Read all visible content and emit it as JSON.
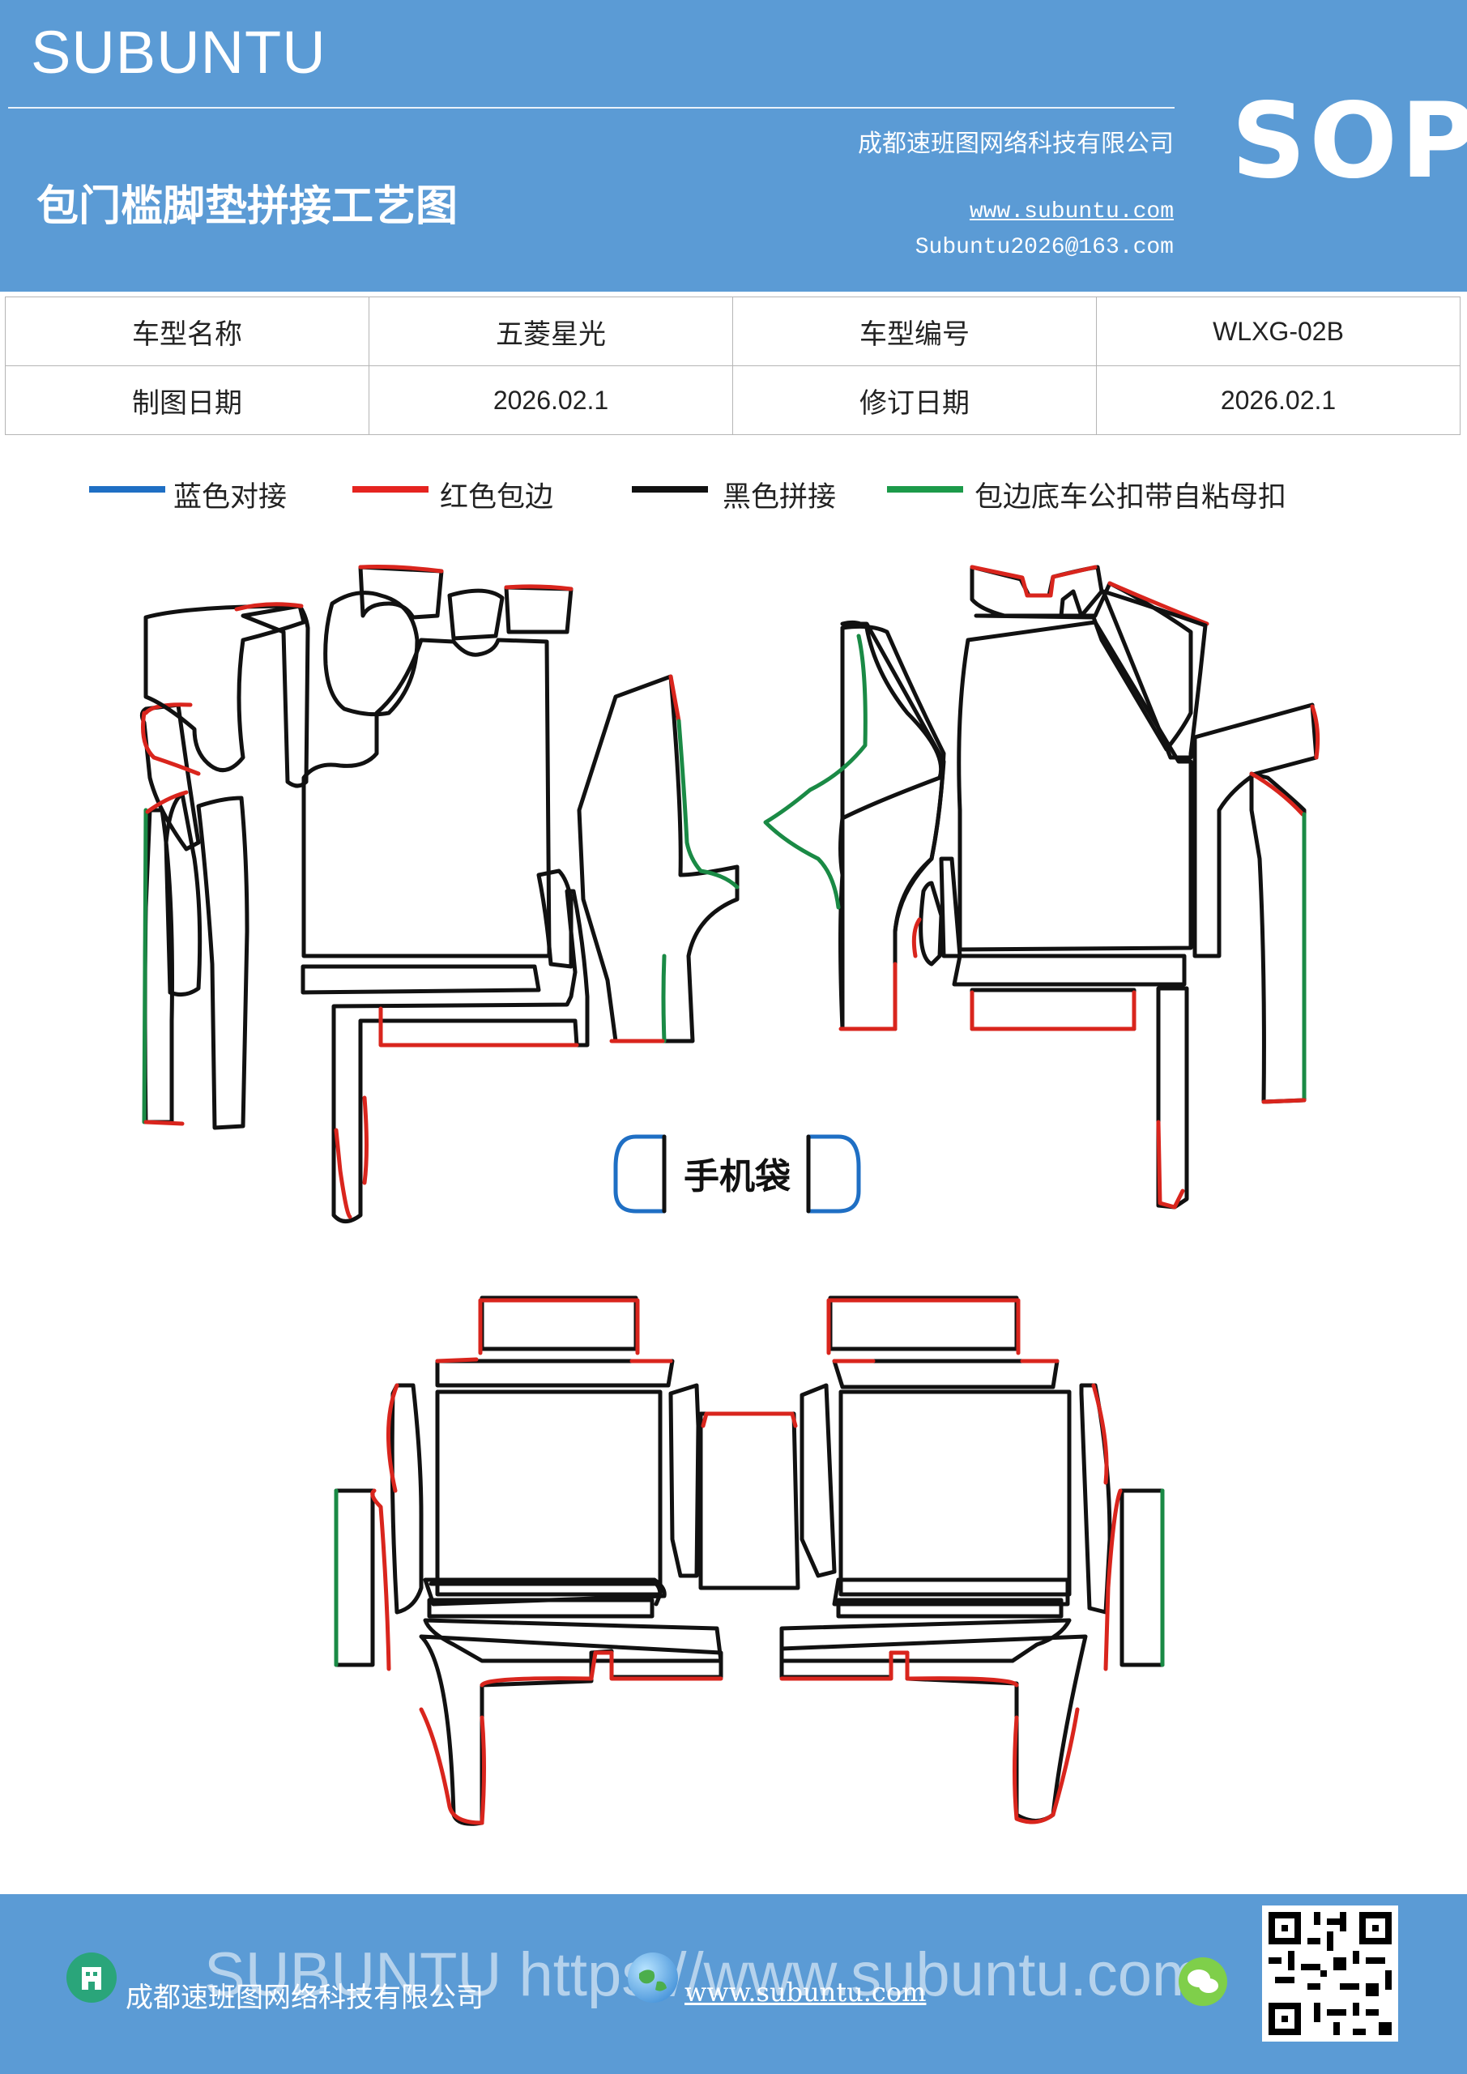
{
  "header": {
    "brand": "SUBUNTU",
    "title": "包门槛脚垫拼接工艺图",
    "company": "成都速班图网络科技有限公司",
    "website": "www.subuntu.com",
    "email": "Subuntu2026@163.com",
    "sop": "SOP"
  },
  "info_table": {
    "model_name_label": "车型名称",
    "model_name": "五菱星光",
    "model_code_label": "车型编号",
    "model_code": "WLXG-02B",
    "draw_date_label": "制图日期",
    "draw_date": "2026.02.1",
    "revise_date_label": "修订日期",
    "revise_date": "2026.02.1"
  },
  "legend": [
    {
      "label": "蓝色对接",
      "color": "#1f6fc4"
    },
    {
      "label": "红色包边",
      "color": "#e52420"
    },
    {
      "label": "黑色拼接",
      "color": "#111111"
    },
    {
      "label": "包边底车公扣带自粘母扣",
      "color": "#1c9a4a"
    }
  ],
  "diagram": {
    "phone_pocket_label": "手机袋",
    "colors": {
      "blue": "#1f6fc4",
      "red": "#d9251d",
      "black": "#111111",
      "green": "#1a8a45"
    }
  },
  "footer": {
    "watermark": "SUBUNTU https://www.subuntu.com",
    "company": "成都速班图网络科技有限公司",
    "website": "www.subuntu.com"
  }
}
